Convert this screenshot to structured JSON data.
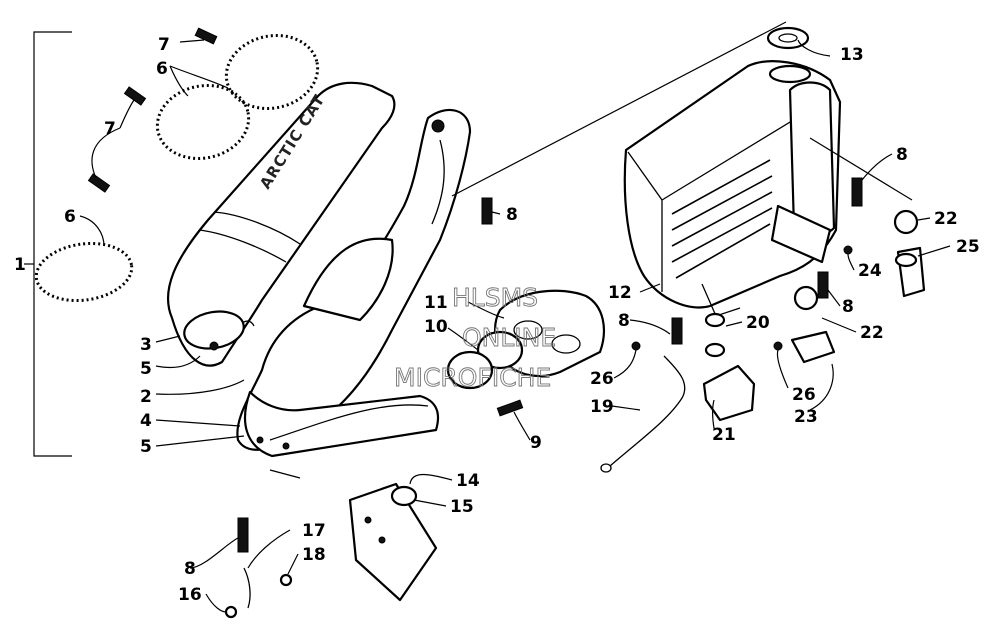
{
  "watermark": {
    "lines": [
      "HLSMS",
      "ONLINE",
      "MICROFICHE"
    ]
  },
  "muffler_logo_text": "ARCTIC CAT",
  "callouts": [
    {
      "id": "c1",
      "text": "1"
    },
    {
      "id": "c2",
      "text": "2"
    },
    {
      "id": "c3",
      "text": "3"
    },
    {
      "id": "c4",
      "text": "4"
    },
    {
      "id": "c5a",
      "text": "5"
    },
    {
      "id": "c5b",
      "text": "5"
    },
    {
      "id": "c6a",
      "text": "6"
    },
    {
      "id": "c6b",
      "text": "6"
    },
    {
      "id": "c7a",
      "text": "7"
    },
    {
      "id": "c7b",
      "text": "7"
    },
    {
      "id": "c8a",
      "text": "8"
    },
    {
      "id": "c8b",
      "text": "8"
    },
    {
      "id": "c8c",
      "text": "8"
    },
    {
      "id": "c8d",
      "text": "8"
    },
    {
      "id": "c8e",
      "text": "8"
    },
    {
      "id": "c9",
      "text": "9"
    },
    {
      "id": "c10",
      "text": "10"
    },
    {
      "id": "c11",
      "text": "11"
    },
    {
      "id": "c12",
      "text": "12"
    },
    {
      "id": "c13",
      "text": "13"
    },
    {
      "id": "c14",
      "text": "14"
    },
    {
      "id": "c15",
      "text": "15"
    },
    {
      "id": "c16",
      "text": "16"
    },
    {
      "id": "c17",
      "text": "17"
    },
    {
      "id": "c18",
      "text": "18"
    },
    {
      "id": "c19",
      "text": "19"
    },
    {
      "id": "c20",
      "text": "20"
    },
    {
      "id": "c21",
      "text": "21"
    },
    {
      "id": "c22a",
      "text": "22"
    },
    {
      "id": "c22b",
      "text": "22"
    },
    {
      "id": "c23",
      "text": "23"
    },
    {
      "id": "c24",
      "text": "24"
    },
    {
      "id": "c25",
      "text": "25"
    },
    {
      "id": "c26a",
      "text": "26"
    },
    {
      "id": "c26b",
      "text": "26"
    }
  ]
}
